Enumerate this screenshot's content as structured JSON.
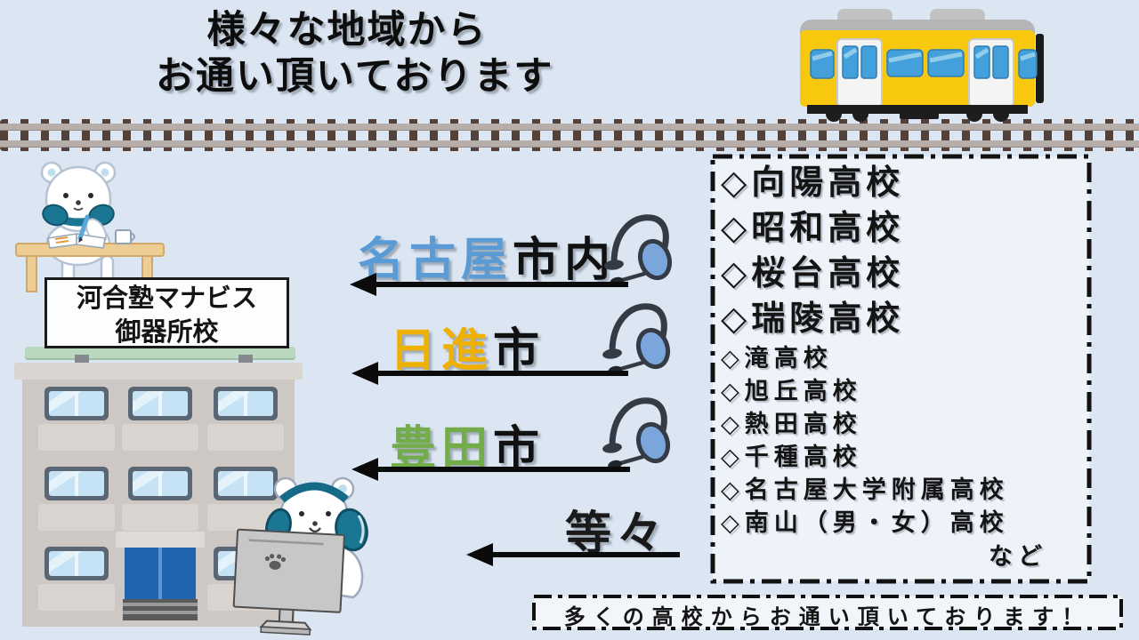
{
  "title": {
    "line1": "様々な地域から",
    "line2": "お通い頂いております"
  },
  "center_label": {
    "line1": "河合塾マナビス",
    "line2": "御器所校"
  },
  "regions": [
    {
      "name": "名古屋",
      "suffix": "市内",
      "color": "#5b9bd5"
    },
    {
      "name": "日進",
      "suffix": "市",
      "color": "#f0b000"
    },
    {
      "name": "豊田",
      "suffix": "市",
      "color": "#72ad4a"
    },
    {
      "name": "等々",
      "suffix": "",
      "color": "#1a1a1a"
    }
  ],
  "school_list": {
    "featured": [
      "◇向陽高校",
      "◇昭和高校",
      "◇桜台高校",
      "◇瑞陵高校"
    ],
    "others": [
      "◇滝高校",
      "◇旭丘高校",
      "◇熱田高校",
      "◇千種高校",
      "◇名古屋大学附属高校",
      "◇南山（男・女）高校"
    ],
    "etc": "など"
  },
  "banner": {
    "text": "多くの高校からお通い頂いております！"
  },
  "colors": {
    "background": "#dce6f2",
    "panel_background": "#eef2f9",
    "train_yellow": "#f8c80e",
    "headset_teal": "#1b7693",
    "arrow_black": "#0b0b0b"
  }
}
